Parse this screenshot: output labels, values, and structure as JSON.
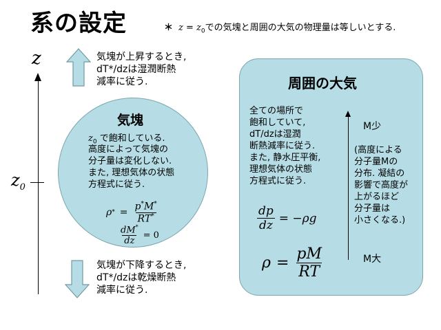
{
  "title": "系の設定",
  "note": {
    "star": "＊",
    "lhs": "z",
    "eq": " = ",
    "rhs_base": "z",
    "rhs_sub": "0",
    "text": "での気塊と周囲の大気の物理量は等しいとする."
  },
  "axis": {
    "z_label": "z",
    "z0_base": "z",
    "z0_sub": "0"
  },
  "rise_text": "気塊が上昇するとき,\ndT*/dzは湿潤断熱\n減率に従う.",
  "sink_text": "気塊が下降するとき,\ndT*/dzは乾燥断熱\n減率に従う.",
  "parcel": {
    "title": "気塊",
    "sat_base": "z",
    "sat_sub": "0",
    "sat_text": " で飽和している.",
    "body": "高度によって気塊の\n分子量は変化しない.\nまた, 理想気体の状態\n方程式に従う.",
    "eq1": {
      "lhs": "ρ",
      "lhs_sup": "*",
      "eq": "=",
      "num": "p",
      "num_sup1": "*",
      "num2": "M",
      "num_sup2": "*",
      "den": "RT",
      "den_sup": "*"
    },
    "eq2": {
      "num": "dM",
      "num_sup": "*",
      "den": "dz",
      "eq": "= 0"
    }
  },
  "environment": {
    "title": "周囲の大気",
    "body": "全ての場所で\n飽和していて,\ndT/dzは湿潤\n断熱減率に従う.\nまた, 静水圧平衡,\n理想気体の状態\n方程式に従う.",
    "note": "(高度による\n分子量Mの\n分布. 凝結の\n影響で高度が\n上がるほど\n分子量は\n小さくなる.)",
    "m_low": "M少",
    "m_high": "M大",
    "eq3": {
      "num": "dp",
      "den": "dz",
      "rhs": "= −ρg"
    },
    "eq4": {
      "lhs": "ρ",
      "eq": "=",
      "num": "pM",
      "den": "RT"
    }
  },
  "colors": {
    "box_fill": "#b6dde5",
    "arrow_fill": "#b6dde5",
    "arrow_stroke": "#6f9aa3"
  }
}
